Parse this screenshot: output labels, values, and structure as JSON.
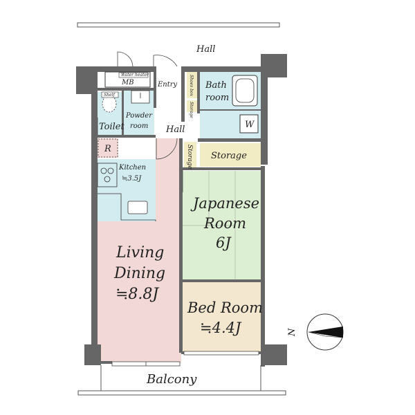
{
  "plan": {
    "labels": {
      "hall_top": "Hall",
      "entry": "Entry",
      "shoes_box": "Shoes box",
      "storage_small": "Storage",
      "bath_line1": "Bath",
      "bath_line2": "room",
      "mb": "MB",
      "water_heater": "Water heater",
      "shelf": "Shelf",
      "powder_line1": "Powder",
      "powder_line2": "room",
      "toilet": "Toilet",
      "hall_inner": "Hall",
      "washer": "W",
      "refrigerator": "R",
      "storage_vertical": "Storage",
      "storage_closet": "Storage",
      "kitchen_line1": "Kitchen",
      "kitchen_line2": "≒3.5J",
      "japanese_line1": "Japanese",
      "japanese_line2": "Room",
      "japanese_line3": "6J",
      "living_line1": "Living",
      "living_line2": "Dining",
      "living_line3": "≒8.8J",
      "bedroom_line1": "Bed Room",
      "bedroom_line2": "≒4.4J",
      "balcony": "Balcony",
      "north": "N"
    },
    "colors": {
      "living": "#F2D9D7",
      "japanese": "#DDEFD2",
      "bedroom": "#F3E7CF",
      "wet_area": "#D2ECEF",
      "storage": "#F2ECC4",
      "hall_floor": "#FFFFFF",
      "wall": "#666666"
    }
  }
}
